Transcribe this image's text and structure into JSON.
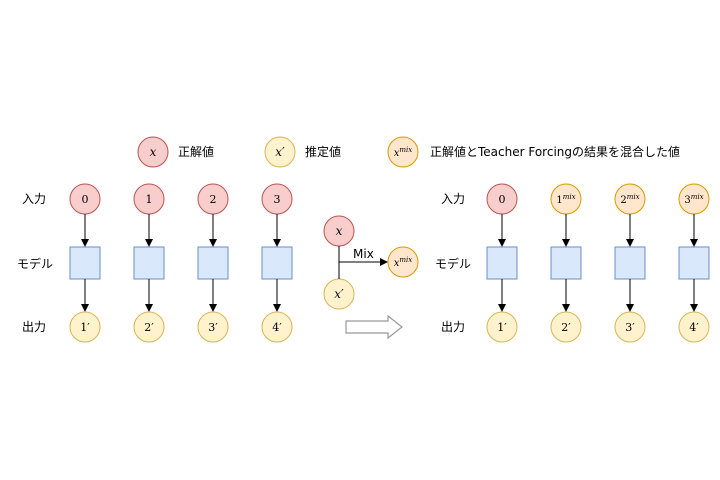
{
  "colors": {
    "red_fill": "#f8cecc",
    "red_stroke": "#b85450",
    "yellow_fill": "#fff2cc",
    "yellow_stroke": "#d6b656",
    "orange_fill": "#ffe6cc",
    "orange_stroke": "#d79b00",
    "blue_fill": "#dae8fc",
    "blue_stroke": "#6c8ebf"
  },
  "legend": {
    "true_symbol": "x",
    "true_label": "正解値",
    "est_symbol": "x",
    "est_prime": "′",
    "est_label": "推定値",
    "mix_symbol": "x",
    "mix_sup": "mix",
    "mix_label": "正解値とTeacher Forcingの結果を混合した値"
  },
  "left_panel": {
    "row_input": "入力",
    "row_model": "モデル",
    "row_output": "出力",
    "inputs": [
      "0",
      "1",
      "2",
      "3"
    ],
    "outputs": [
      "1",
      "2",
      "3",
      "4"
    ],
    "prime": "′"
  },
  "mix_op": {
    "in_true": "x",
    "in_est": "x",
    "in_est_prime": "′",
    "label": "Mix",
    "out_symbol": "x",
    "out_sup": "mix"
  },
  "right_panel": {
    "row_input": "入力",
    "row_model": "モデル",
    "row_output": "出力",
    "input_first": "0",
    "inputs_mix": [
      "1",
      "2",
      "3"
    ],
    "mix_sup": "mix",
    "outputs": [
      "1",
      "2",
      "3",
      "4"
    ],
    "prime": "′"
  }
}
